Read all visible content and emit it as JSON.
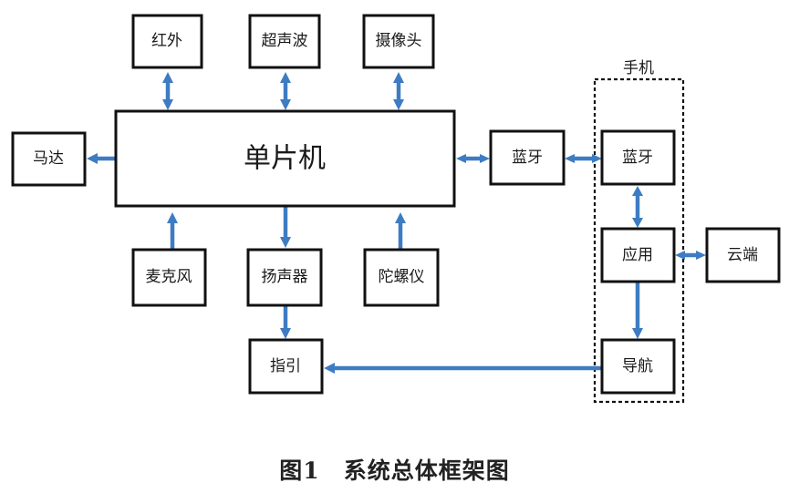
{
  "diagram": {
    "mcu": "单片机",
    "infrared": "红外",
    "ultrasonic": "超声波",
    "camera": "摄像头",
    "motor": "马达",
    "microphone": "麦克风",
    "speaker": "扬声器",
    "gyroscope": "陀螺仪",
    "bluetooth_module": "蓝牙",
    "guide": "指引",
    "phone_group": "手机",
    "phone_bluetooth": "蓝牙",
    "app": "应用",
    "navigation": "导航",
    "cloud": "云端"
  },
  "caption": "图1　系统总体框架图",
  "colors": {
    "connector": "#3e7cc2",
    "border": "#111111"
  }
}
